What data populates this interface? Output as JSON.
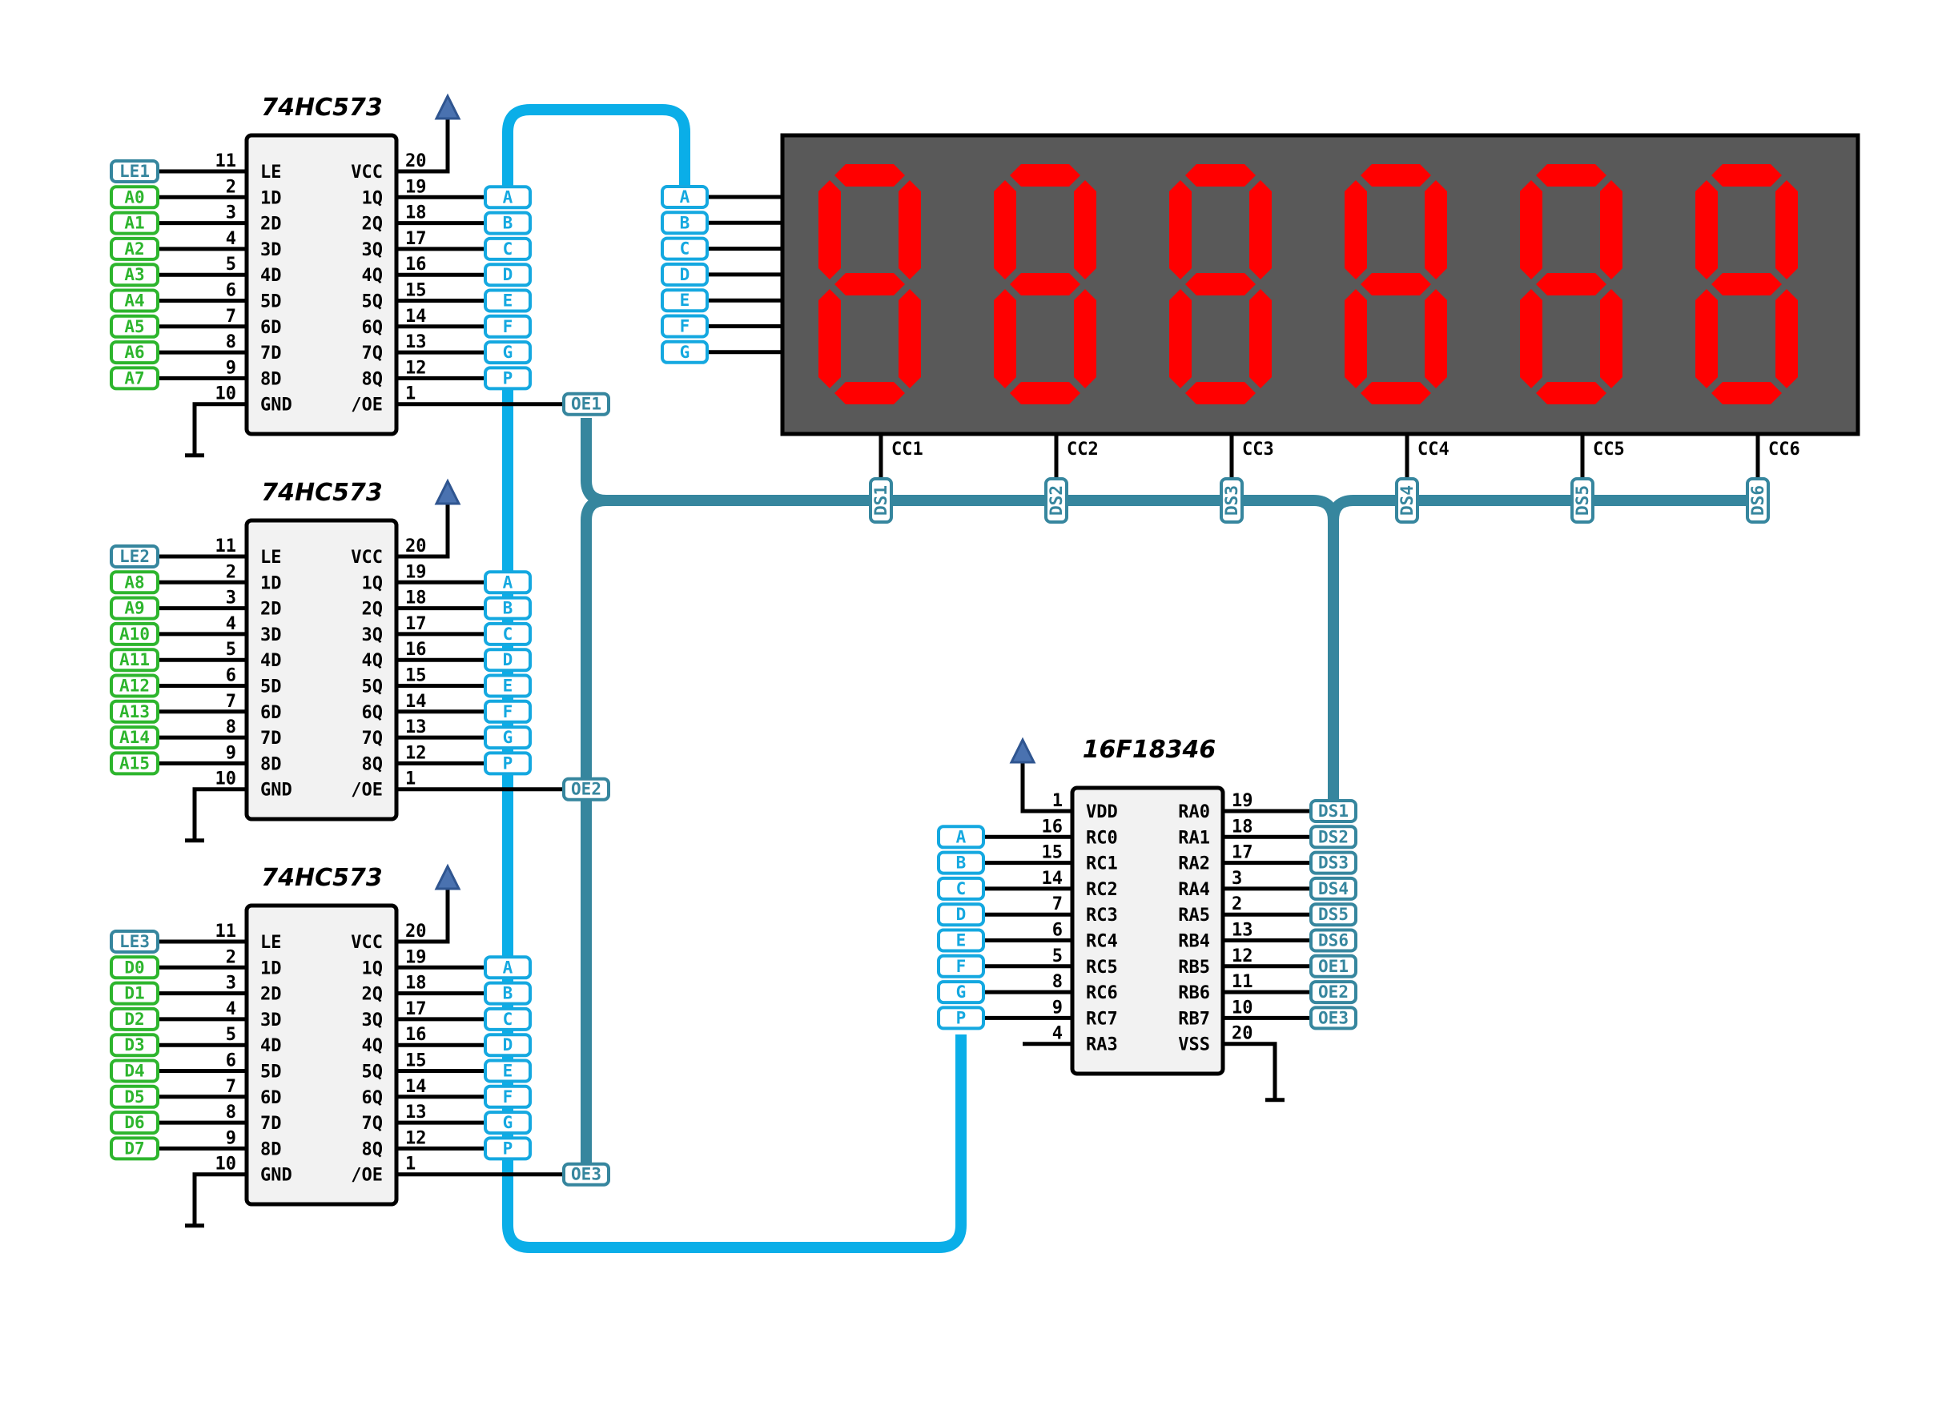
{
  "latches": [
    {
      "title": "74HC573",
      "left_pins": [
        {
          "num": "11",
          "name": "LE",
          "net": "LE1",
          "net_type": "control"
        },
        {
          "num": "2",
          "name": "1D",
          "net": "A0",
          "net_type": "input"
        },
        {
          "num": "3",
          "name": "2D",
          "net": "A1",
          "net_type": "input"
        },
        {
          "num": "4",
          "name": "3D",
          "net": "A2",
          "net_type": "input"
        },
        {
          "num": "5",
          "name": "4D",
          "net": "A3",
          "net_type": "input"
        },
        {
          "num": "6",
          "name": "5D",
          "net": "A4",
          "net_type": "input"
        },
        {
          "num": "7",
          "name": "6D",
          "net": "A5",
          "net_type": "input"
        },
        {
          "num": "8",
          "name": "7D",
          "net": "A6",
          "net_type": "input"
        },
        {
          "num": "9",
          "name": "8D",
          "net": "A7",
          "net_type": "input"
        },
        {
          "num": "10",
          "name": "GND",
          "net": "",
          "net_type": "ground"
        }
      ],
      "right_pins": [
        {
          "num": "20",
          "name": "VCC",
          "net": "",
          "net_type": "power"
        },
        {
          "num": "19",
          "name": "1Q",
          "net": "A",
          "net_type": "segment"
        },
        {
          "num": "18",
          "name": "2Q",
          "net": "B",
          "net_type": "segment"
        },
        {
          "num": "17",
          "name": "3Q",
          "net": "C",
          "net_type": "segment"
        },
        {
          "num": "16",
          "name": "4Q",
          "net": "D",
          "net_type": "segment"
        },
        {
          "num": "15",
          "name": "5Q",
          "net": "E",
          "net_type": "segment"
        },
        {
          "num": "14",
          "name": "6Q",
          "net": "F",
          "net_type": "segment"
        },
        {
          "num": "13",
          "name": "7Q",
          "net": "G",
          "net_type": "segment"
        },
        {
          "num": "12",
          "name": "8Q",
          "net": "P",
          "net_type": "segment"
        },
        {
          "num": "1",
          "name": "/OE",
          "net": "OE1",
          "net_type": "control"
        }
      ]
    },
    {
      "title": "74HC573",
      "left_pins": [
        {
          "num": "11",
          "name": "LE",
          "net": "LE2",
          "net_type": "control"
        },
        {
          "num": "2",
          "name": "1D",
          "net": "A8",
          "net_type": "input"
        },
        {
          "num": "3",
          "name": "2D",
          "net": "A9",
          "net_type": "input"
        },
        {
          "num": "4",
          "name": "3D",
          "net": "A10",
          "net_type": "input"
        },
        {
          "num": "5",
          "name": "4D",
          "net": "A11",
          "net_type": "input"
        },
        {
          "num": "6",
          "name": "5D",
          "net": "A12",
          "net_type": "input"
        },
        {
          "num": "7",
          "name": "6D",
          "net": "A13",
          "net_type": "input"
        },
        {
          "num": "8",
          "name": "7D",
          "net": "A14",
          "net_type": "input"
        },
        {
          "num": "9",
          "name": "8D",
          "net": "A15",
          "net_type": "input"
        },
        {
          "num": "10",
          "name": "GND",
          "net": "",
          "net_type": "ground"
        }
      ],
      "right_pins": [
        {
          "num": "20",
          "name": "VCC",
          "net": "",
          "net_type": "power"
        },
        {
          "num": "19",
          "name": "1Q",
          "net": "A",
          "net_type": "segment"
        },
        {
          "num": "18",
          "name": "2Q",
          "net": "B",
          "net_type": "segment"
        },
        {
          "num": "17",
          "name": "3Q",
          "net": "C",
          "net_type": "segment"
        },
        {
          "num": "16",
          "name": "4Q",
          "net": "D",
          "net_type": "segment"
        },
        {
          "num": "15",
          "name": "5Q",
          "net": "E",
          "net_type": "segment"
        },
        {
          "num": "14",
          "name": "6Q",
          "net": "F",
          "net_type": "segment"
        },
        {
          "num": "13",
          "name": "7Q",
          "net": "G",
          "net_type": "segment"
        },
        {
          "num": "12",
          "name": "8Q",
          "net": "P",
          "net_type": "segment"
        },
        {
          "num": "1",
          "name": "/OE",
          "net": "OE2",
          "net_type": "control"
        }
      ]
    },
    {
      "title": "74HC573",
      "left_pins": [
        {
          "num": "11",
          "name": "LE",
          "net": "LE3",
          "net_type": "control"
        },
        {
          "num": "2",
          "name": "1D",
          "net": "D0",
          "net_type": "input"
        },
        {
          "num": "3",
          "name": "2D",
          "net": "D1",
          "net_type": "input"
        },
        {
          "num": "4",
          "name": "3D",
          "net": "D2",
          "net_type": "input"
        },
        {
          "num": "5",
          "name": "4D",
          "net": "D3",
          "net_type": "input"
        },
        {
          "num": "6",
          "name": "5D",
          "net": "D4",
          "net_type": "input"
        },
        {
          "num": "7",
          "name": "6D",
          "net": "D5",
          "net_type": "input"
        },
        {
          "num": "8",
          "name": "7D",
          "net": "D6",
          "net_type": "input"
        },
        {
          "num": "9",
          "name": "8D",
          "net": "D7",
          "net_type": "input"
        },
        {
          "num": "10",
          "name": "GND",
          "net": "",
          "net_type": "ground"
        }
      ],
      "right_pins": [
        {
          "num": "20",
          "name": "VCC",
          "net": "",
          "net_type": "power"
        },
        {
          "num": "19",
          "name": "1Q",
          "net": "A",
          "net_type": "segment"
        },
        {
          "num": "18",
          "name": "2Q",
          "net": "B",
          "net_type": "segment"
        },
        {
          "num": "17",
          "name": "3Q",
          "net": "C",
          "net_type": "segment"
        },
        {
          "num": "16",
          "name": "4Q",
          "net": "D",
          "net_type": "segment"
        },
        {
          "num": "15",
          "name": "5Q",
          "net": "E",
          "net_type": "segment"
        },
        {
          "num": "14",
          "name": "6Q",
          "net": "F",
          "net_type": "segment"
        },
        {
          "num": "13",
          "name": "7Q",
          "net": "G",
          "net_type": "segment"
        },
        {
          "num": "12",
          "name": "8Q",
          "net": "P",
          "net_type": "segment"
        },
        {
          "num": "1",
          "name": "/OE",
          "net": "OE3",
          "net_type": "control"
        }
      ]
    }
  ],
  "mcu": {
    "title": "16F18346",
    "left_pins": [
      {
        "num": "1",
        "name": "VDD",
        "net": "",
        "net_type": "power"
      },
      {
        "num": "16",
        "name": "RC0",
        "net": "A",
        "net_type": "segment"
      },
      {
        "num": "15",
        "name": "RC1",
        "net": "B",
        "net_type": "segment"
      },
      {
        "num": "14",
        "name": "RC2",
        "net": "C",
        "net_type": "segment"
      },
      {
        "num": "7",
        "name": "RC3",
        "net": "D",
        "net_type": "segment"
      },
      {
        "num": "6",
        "name": "RC4",
        "net": "E",
        "net_type": "segment"
      },
      {
        "num": "5",
        "name": "RC5",
        "net": "F",
        "net_type": "segment"
      },
      {
        "num": "8",
        "name": "RC6",
        "net": "G",
        "net_type": "segment"
      },
      {
        "num": "9",
        "name": "RC7",
        "net": "P",
        "net_type": "segment"
      },
      {
        "num": "4",
        "name": "RA3",
        "net": "",
        "net_type": "nc"
      }
    ],
    "right_pins": [
      {
        "num": "19",
        "name": "RA0",
        "net": "DS1",
        "net_type": "control"
      },
      {
        "num": "18",
        "name": "RA1",
        "net": "DS2",
        "net_type": "control"
      },
      {
        "num": "17",
        "name": "RA2",
        "net": "DS3",
        "net_type": "control"
      },
      {
        "num": "3",
        "name": "RA4",
        "net": "DS4",
        "net_type": "control"
      },
      {
        "num": "2",
        "name": "RA5",
        "net": "DS5",
        "net_type": "control"
      },
      {
        "num": "13",
        "name": "RB4",
        "net": "DS6",
        "net_type": "control"
      },
      {
        "num": "12",
        "name": "RB5",
        "net": "OE1",
        "net_type": "control"
      },
      {
        "num": "11",
        "name": "RB6",
        "net": "OE2",
        "net_type": "control"
      },
      {
        "num": "10",
        "name": "RB7",
        "net": "OE3",
        "net_type": "control"
      },
      {
        "num": "20",
        "name": "VSS",
        "net": "",
        "net_type": "ground"
      }
    ]
  },
  "display": {
    "segment_inputs": [
      "A",
      "B",
      "C",
      "D",
      "E",
      "F",
      "G"
    ],
    "digits": [
      {
        "common": "CC1",
        "select_net": "DS1"
      },
      {
        "common": "CC2",
        "select_net": "DS2"
      },
      {
        "common": "CC3",
        "select_net": "DS3"
      },
      {
        "common": "CC4",
        "select_net": "DS4"
      },
      {
        "common": "CC5",
        "select_net": "DS5"
      },
      {
        "common": "CC6",
        "select_net": "DS6"
      }
    ],
    "lit_segments": [
      "a",
      "b",
      "c",
      "d",
      "e",
      "f",
      "g"
    ]
  },
  "colors": {
    "input_net": "#2db52d",
    "segment_bus": "#0aaee8",
    "control_bus": "#36869e",
    "segment_on": "#ff0000",
    "display_body": "#595959",
    "chip_body": "#f2f2f2",
    "power_arrow": "#4a72b0"
  }
}
